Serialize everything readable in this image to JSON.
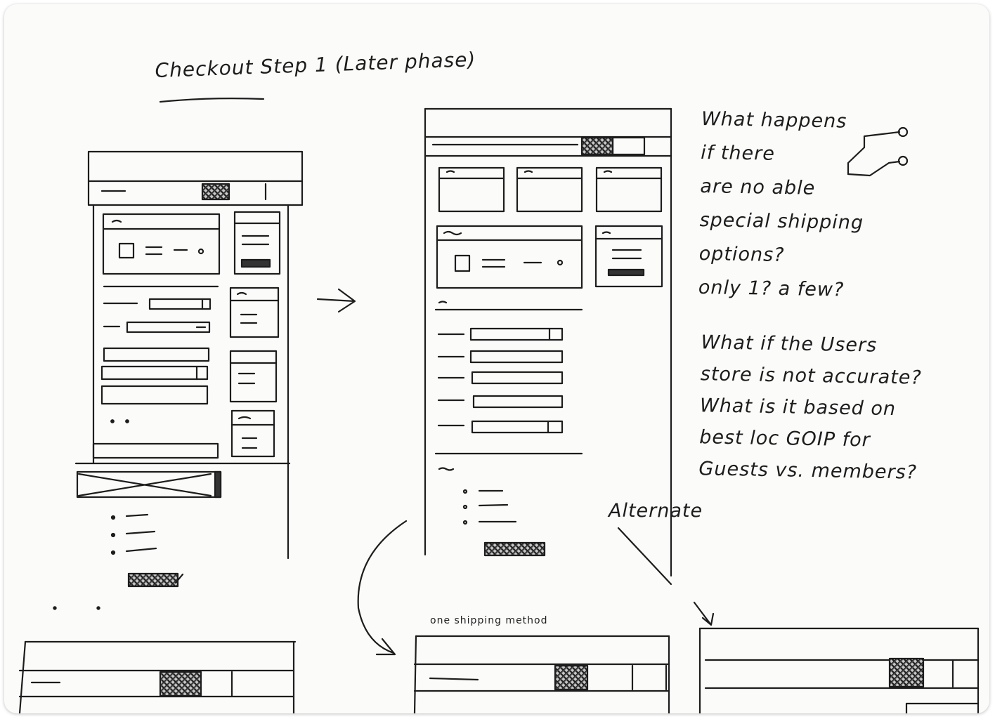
{
  "title": "Checkout Step 1 (Later phase)",
  "notes": {
    "shipping_questions": [
      "What happens",
      "if there",
      "are no able",
      "special shipping",
      "options?",
      "only 1? a few?"
    ],
    "user_store_questions": [
      "What if the Users",
      "store is not accurate?",
      "What is it based on",
      "best loc GOIP for",
      "Guests vs. members?"
    ]
  },
  "alternate_label": "Alternate",
  "one_shipping_label": "one shipping method"
}
